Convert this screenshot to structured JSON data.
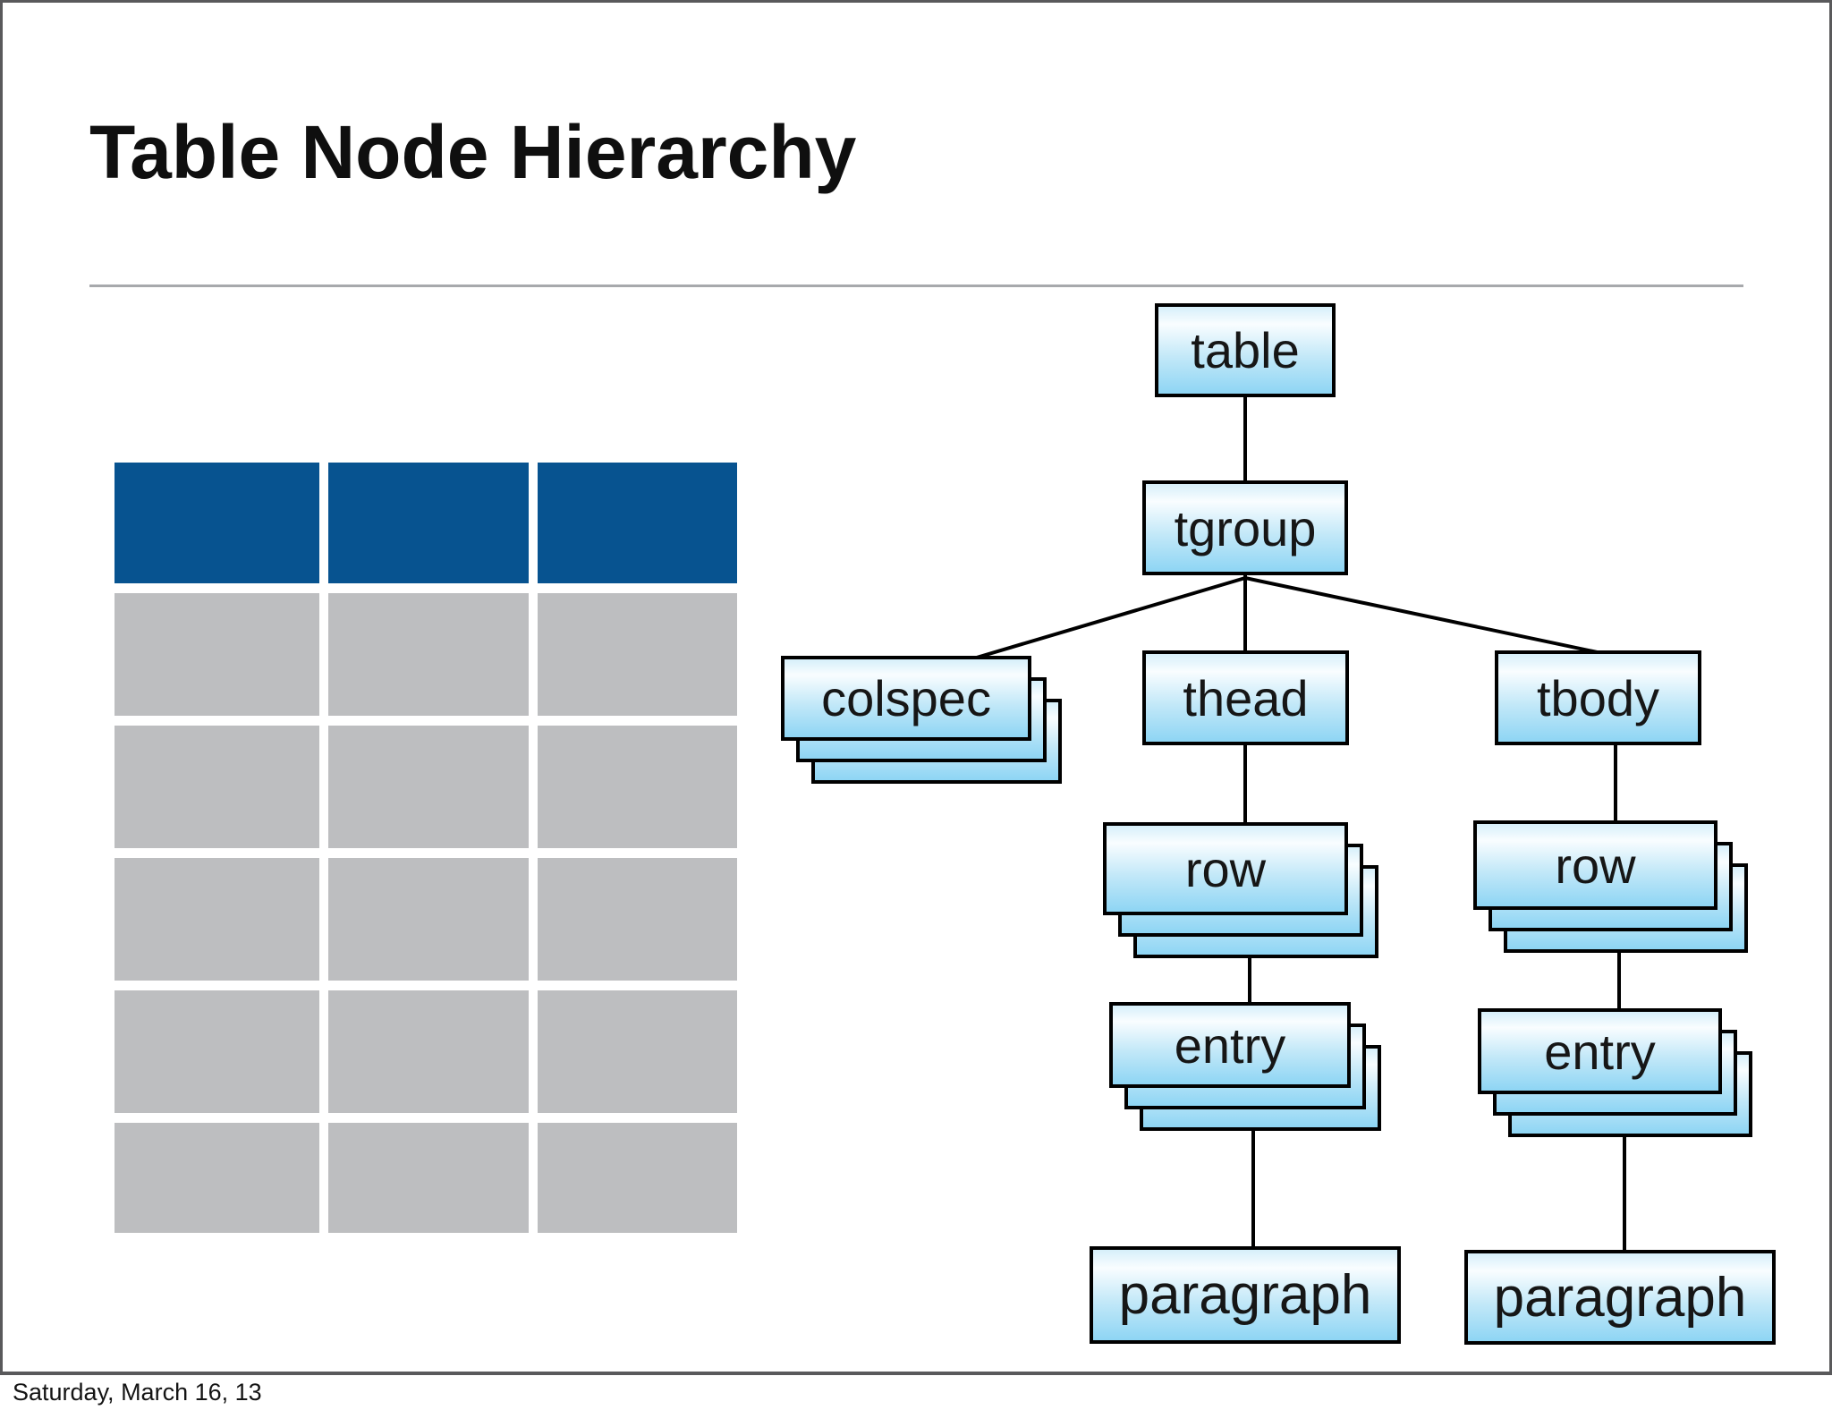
{
  "slide": {
    "title": "Table Node Hierarchy",
    "footer": "Saturday, March 16, 13"
  },
  "colors": {
    "table_header_blue": "#075390",
    "table_cell_gray": "#bdbec0",
    "node_fill_top": "#d6effa",
    "node_fill_highlight": "#f9fdff",
    "node_fill_bottom": "#8ed5f4",
    "node_border": "#000000",
    "slide_border": "#59595b",
    "title_divider": "#a7a9ac"
  },
  "table_graphic": {
    "columns": 3,
    "header_rows": 1,
    "body_rows": 5
  },
  "tree": {
    "nodes": [
      {
        "id": "table",
        "label": "table",
        "stacked": false
      },
      {
        "id": "tgroup",
        "label": "tgroup",
        "stacked": false
      },
      {
        "id": "colspec",
        "label": "colspec",
        "stacked": true
      },
      {
        "id": "thead",
        "label": "thead",
        "stacked": false
      },
      {
        "id": "tbody",
        "label": "tbody",
        "stacked": false
      },
      {
        "id": "row-thead",
        "label": "row",
        "stacked": true
      },
      {
        "id": "entry-thead",
        "label": "entry",
        "stacked": true
      },
      {
        "id": "paragraph-thead",
        "label": "paragraph",
        "stacked": false
      },
      {
        "id": "row-tbody",
        "label": "row",
        "stacked": true
      },
      {
        "id": "entry-tbody",
        "label": "entry",
        "stacked": true
      },
      {
        "id": "paragraph-tbody",
        "label": "paragraph",
        "stacked": false
      }
    ]
  }
}
